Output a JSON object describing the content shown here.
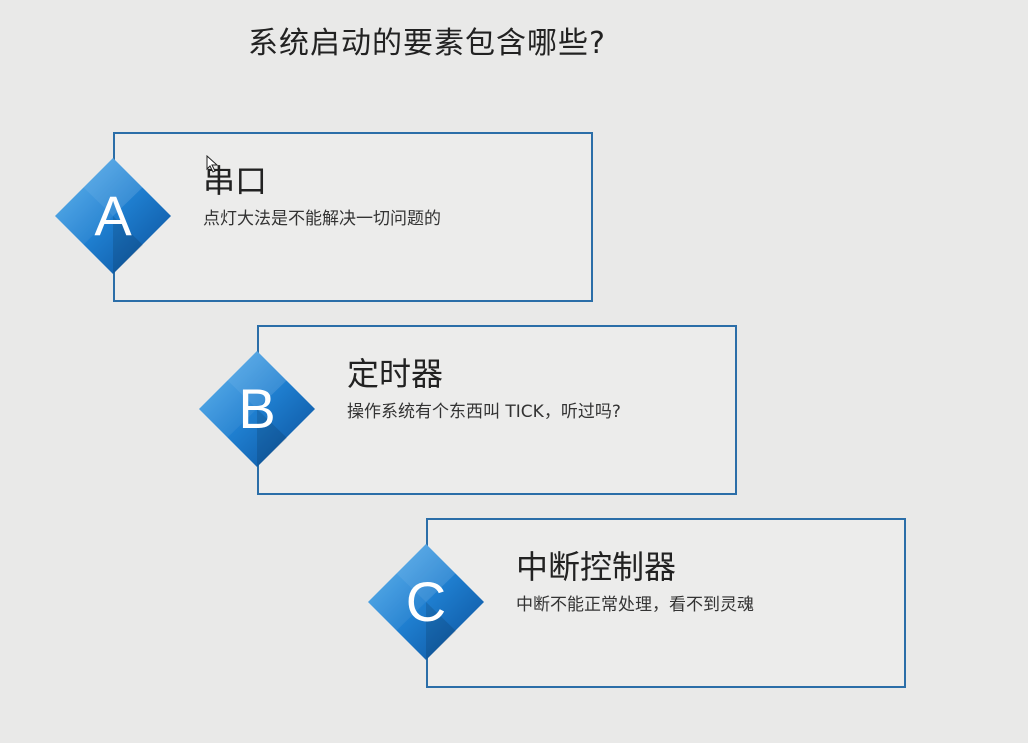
{
  "title": "系统启动的要素包含哪些?",
  "items": [
    {
      "letter": "A",
      "heading": "串口",
      "description": "点灯大法是不能解决一切问题的"
    },
    {
      "letter": "B",
      "heading": "定时器",
      "description": "操作系统有个东西叫 TICK，听过吗?"
    },
    {
      "letter": "C",
      "heading": "中断控制器",
      "description": "中断不能正常处理，看不到灵魂"
    }
  ],
  "colors": {
    "background": "#e9e9e8",
    "card_border": "#2b6ea8",
    "diamond_light": "#4fa6e8",
    "diamond_dark": "#0d5aa8"
  }
}
